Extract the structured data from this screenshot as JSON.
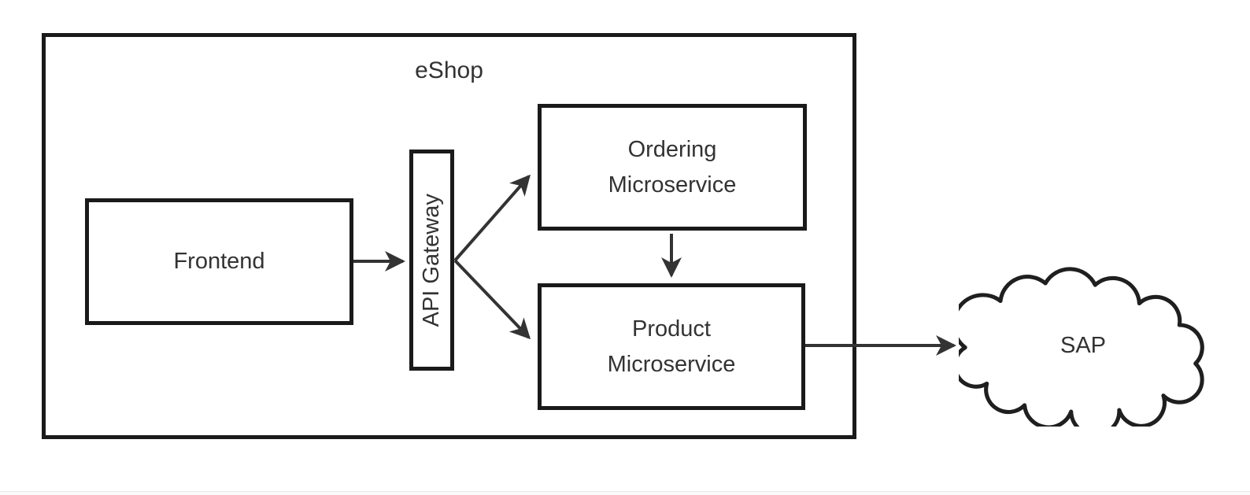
{
  "diagram": {
    "container": {
      "label": "eShop"
    },
    "nodes": {
      "frontend": {
        "label": "Frontend",
        "shape": "rectangle"
      },
      "api_gateway": {
        "label": "API Gateway",
        "shape": "rectangle-vertical-text"
      },
      "ordering": {
        "label": "Ordering Microservice",
        "shape": "rectangle"
      },
      "product": {
        "label": "Product Microservice",
        "shape": "rectangle"
      },
      "sap": {
        "label": "SAP",
        "shape": "cloud"
      }
    },
    "edges": [
      {
        "from": "frontend",
        "to": "api_gateway",
        "type": "arrow"
      },
      {
        "from": "api_gateway",
        "to": "ordering",
        "type": "arrow"
      },
      {
        "from": "api_gateway",
        "to": "product",
        "type": "arrow"
      },
      {
        "from": "ordering",
        "to": "product",
        "type": "arrow"
      },
      {
        "from": "product",
        "to": "sap",
        "type": "arrow"
      }
    ],
    "colors": {
      "background": "#ffffff",
      "node_border": "#1a1a1a",
      "node_fill": "#ffffff",
      "arrow": "#333333",
      "text": "#333333"
    }
  }
}
